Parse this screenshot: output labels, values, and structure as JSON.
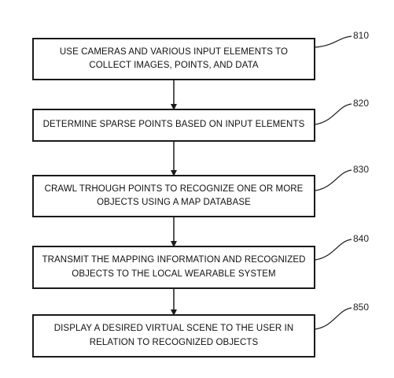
{
  "steps": [
    {
      "ref": "810",
      "text": "USE CAMERAS AND VARIOUS INPUT ELEMENTS TO\nCOLLECT IMAGES, POINTS, AND DATA"
    },
    {
      "ref": "820",
      "text": "DETERMINE SPARSE POINTS BASED ON INPUT ELEMENTS"
    },
    {
      "ref": "830",
      "text": "CRAWL TRHOUGH POINTS TO RECOGNIZE ONE OR MORE\nOBJECTS USING A MAP DATABASE"
    },
    {
      "ref": "840",
      "text": "TRANSMIT THE MAPPING INFORMATION AND RECOGNIZED\nOBJECTS TO THE LOCAL WEARABLE SYSTEM"
    },
    {
      "ref": "850",
      "text": "DISPLAY A DESIRED VIRTUAL SCENE TO THE USER IN\nRELATION TO RECOGNIZED OBJECTS"
    }
  ]
}
